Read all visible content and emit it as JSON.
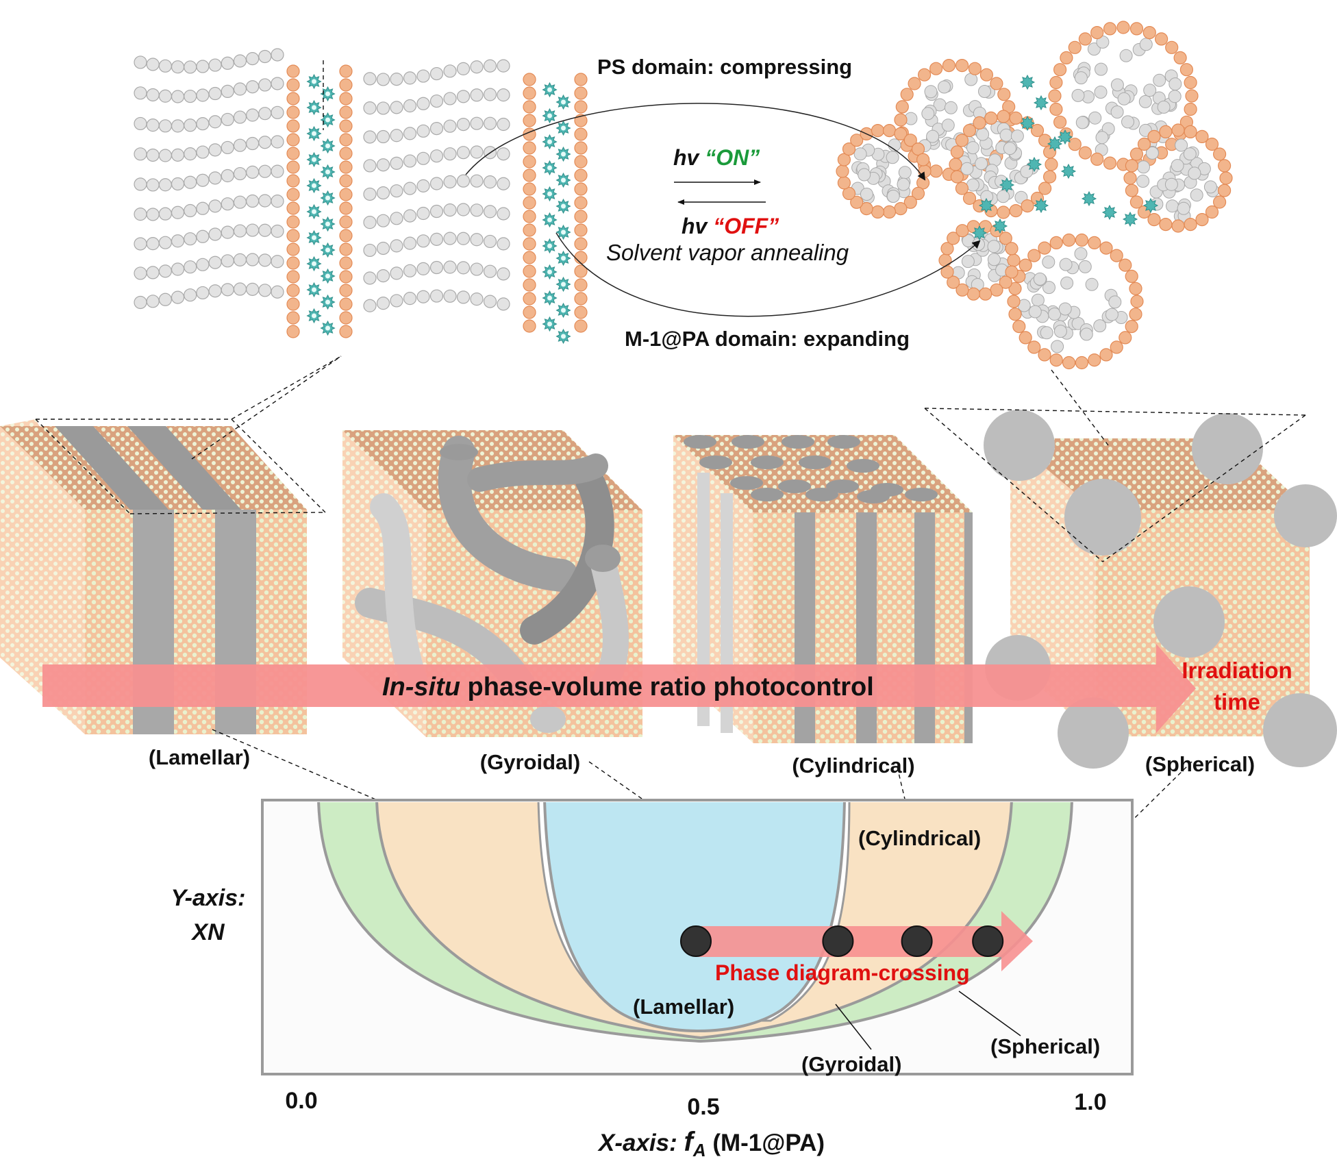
{
  "top": {
    "ps_domain": "PS domain: compressing",
    "hv_prefix": "hv",
    "on_state": "“ON”",
    "off_state": "“OFF”",
    "solvent": "Solvent vapor annealing",
    "pa_domain": "M-1@PA domain: expanding"
  },
  "banner": {
    "italic_part": "In-situ",
    "rest": " phase-volume ratio photocontrol",
    "end_label_1": "Irradiation",
    "end_label_2": "time"
  },
  "cubes": {
    "lamellar": "(Lamellar)",
    "gyroidal": "(Gyroidal)",
    "cylindrical": "(Cylindrical)",
    "spherical": "(Spherical)"
  },
  "phase_diagram": {
    "y_axis_1": "Y-axis:",
    "y_axis_2": "XN",
    "x_axis_prefix": "X-axis: ",
    "x_axis_symbol": "f",
    "x_axis_sub": "A",
    "x_axis_suffix": " (M-1@PA)",
    "x_ticks": [
      "0.0",
      "0.5",
      "1.0"
    ],
    "crossing": "Phase diagram-crossing",
    "region_cylindrical": "(Cylindrical)",
    "region_lamellar": "(Lamellar)",
    "region_gyroidal": "(Gyroidal)",
    "region_spherical": "(Spherical)",
    "points_fA": [
      0.5,
      0.68,
      0.78,
      0.87
    ]
  },
  "colors": {
    "orange": "#f2b58c",
    "teal": "#4fb6b2",
    "grey": "#bdbdbd",
    "arrow": "#f79090",
    "label_red": "#e01010",
    "on_green": "#1a9a3a",
    "lamellar_blue": "#bde6f2",
    "cyl_orange": "#f9e2c3",
    "sph_green": "#cdecc4"
  }
}
